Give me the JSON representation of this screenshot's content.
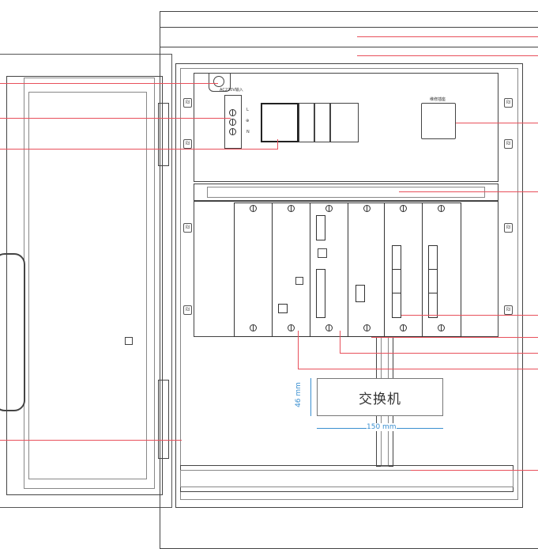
{
  "labels": {
    "ac_input": "AC220V输入",
    "terminal_l": "L",
    "terminal_pe": "⊕",
    "terminal_n": "N",
    "service_socket": "维修插座",
    "switch_label": "交换机",
    "height_dim": "46 mm",
    "width_dim": "150 mm"
  },
  "colors": {
    "leader": "#e8505b",
    "dimension": "#3a8fd0",
    "line": "#444444"
  }
}
